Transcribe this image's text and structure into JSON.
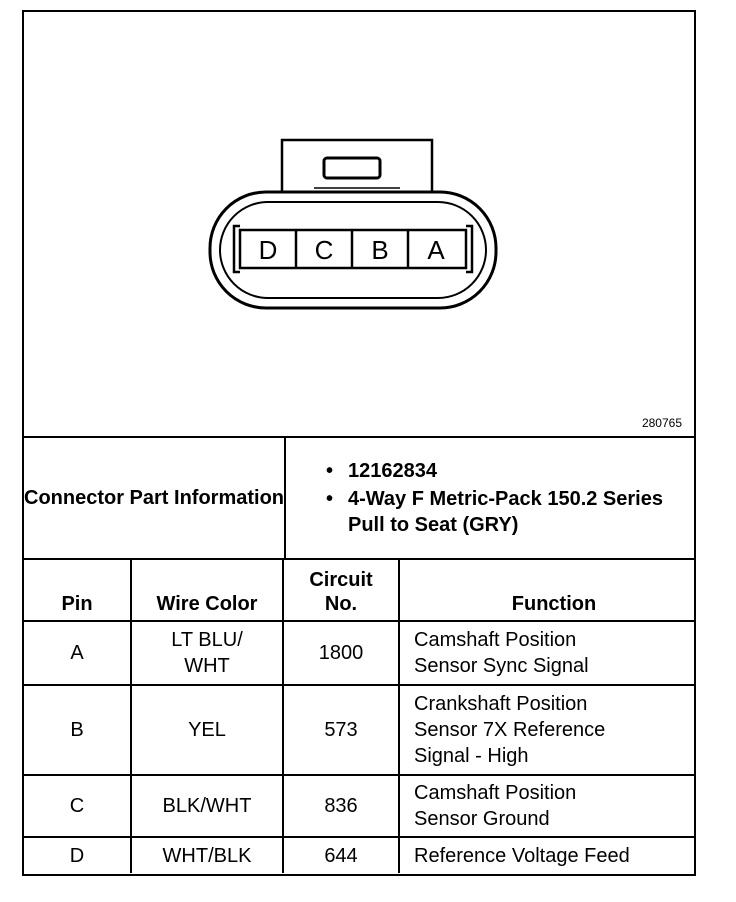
{
  "figure_id": "280765",
  "connector": {
    "pins": [
      "D",
      "C",
      "B",
      "A"
    ]
  },
  "part_info": {
    "label": "Connector Part Information",
    "items": [
      "12162834",
      "4-Way F Metric-Pack 150.2 Series Pull to Seat (GRY)"
    ]
  },
  "table": {
    "headers": {
      "pin": "Pin",
      "wire_color": "Wire Color",
      "circuit": "Circuit\nNo.",
      "function": "Function"
    },
    "rows": [
      {
        "pin": "A",
        "wire": "LT BLU/\nWHT",
        "circuit": "1800",
        "function": "Camshaft Position\nSensor Sync Signal"
      },
      {
        "pin": "B",
        "wire": "YEL",
        "circuit": "573",
        "function": "Crankshaft Position\nSensor 7X Reference\nSignal - High"
      },
      {
        "pin": "C",
        "wire": "BLK/WHT",
        "circuit": "836",
        "function": "Camshaft Position\nSensor Ground"
      },
      {
        "pin": "D",
        "wire": "WHT/BLK",
        "circuit": "644",
        "function": "Reference Voltage Feed"
      }
    ]
  }
}
